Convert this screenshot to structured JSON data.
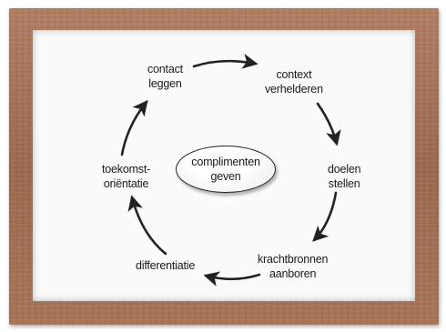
{
  "diagram": {
    "center": {
      "line1": "complimenten",
      "line2": "geven"
    },
    "nodes": [
      {
        "id": "contact-leggen",
        "line1": "contact",
        "line2": "leggen"
      },
      {
        "id": "context-verhelderen",
        "line1": "context",
        "line2": "verhelderen"
      },
      {
        "id": "doelen-stellen",
        "line1": "doelen",
        "line2": "stellen"
      },
      {
        "id": "krachtbronnen-aanboren",
        "line1": "krachtbronnen",
        "line2": "aanboren"
      },
      {
        "id": "differentiatie",
        "line1": "differentiatie"
      },
      {
        "id": "toekomstorientatie",
        "line1": "toekomst-",
        "line2": "oriëntatie"
      }
    ],
    "colors": {
      "frame": "#a9755a",
      "board": "#fbfbfb",
      "arrow": "#222222",
      "text": "#1a1a1a"
    }
  }
}
